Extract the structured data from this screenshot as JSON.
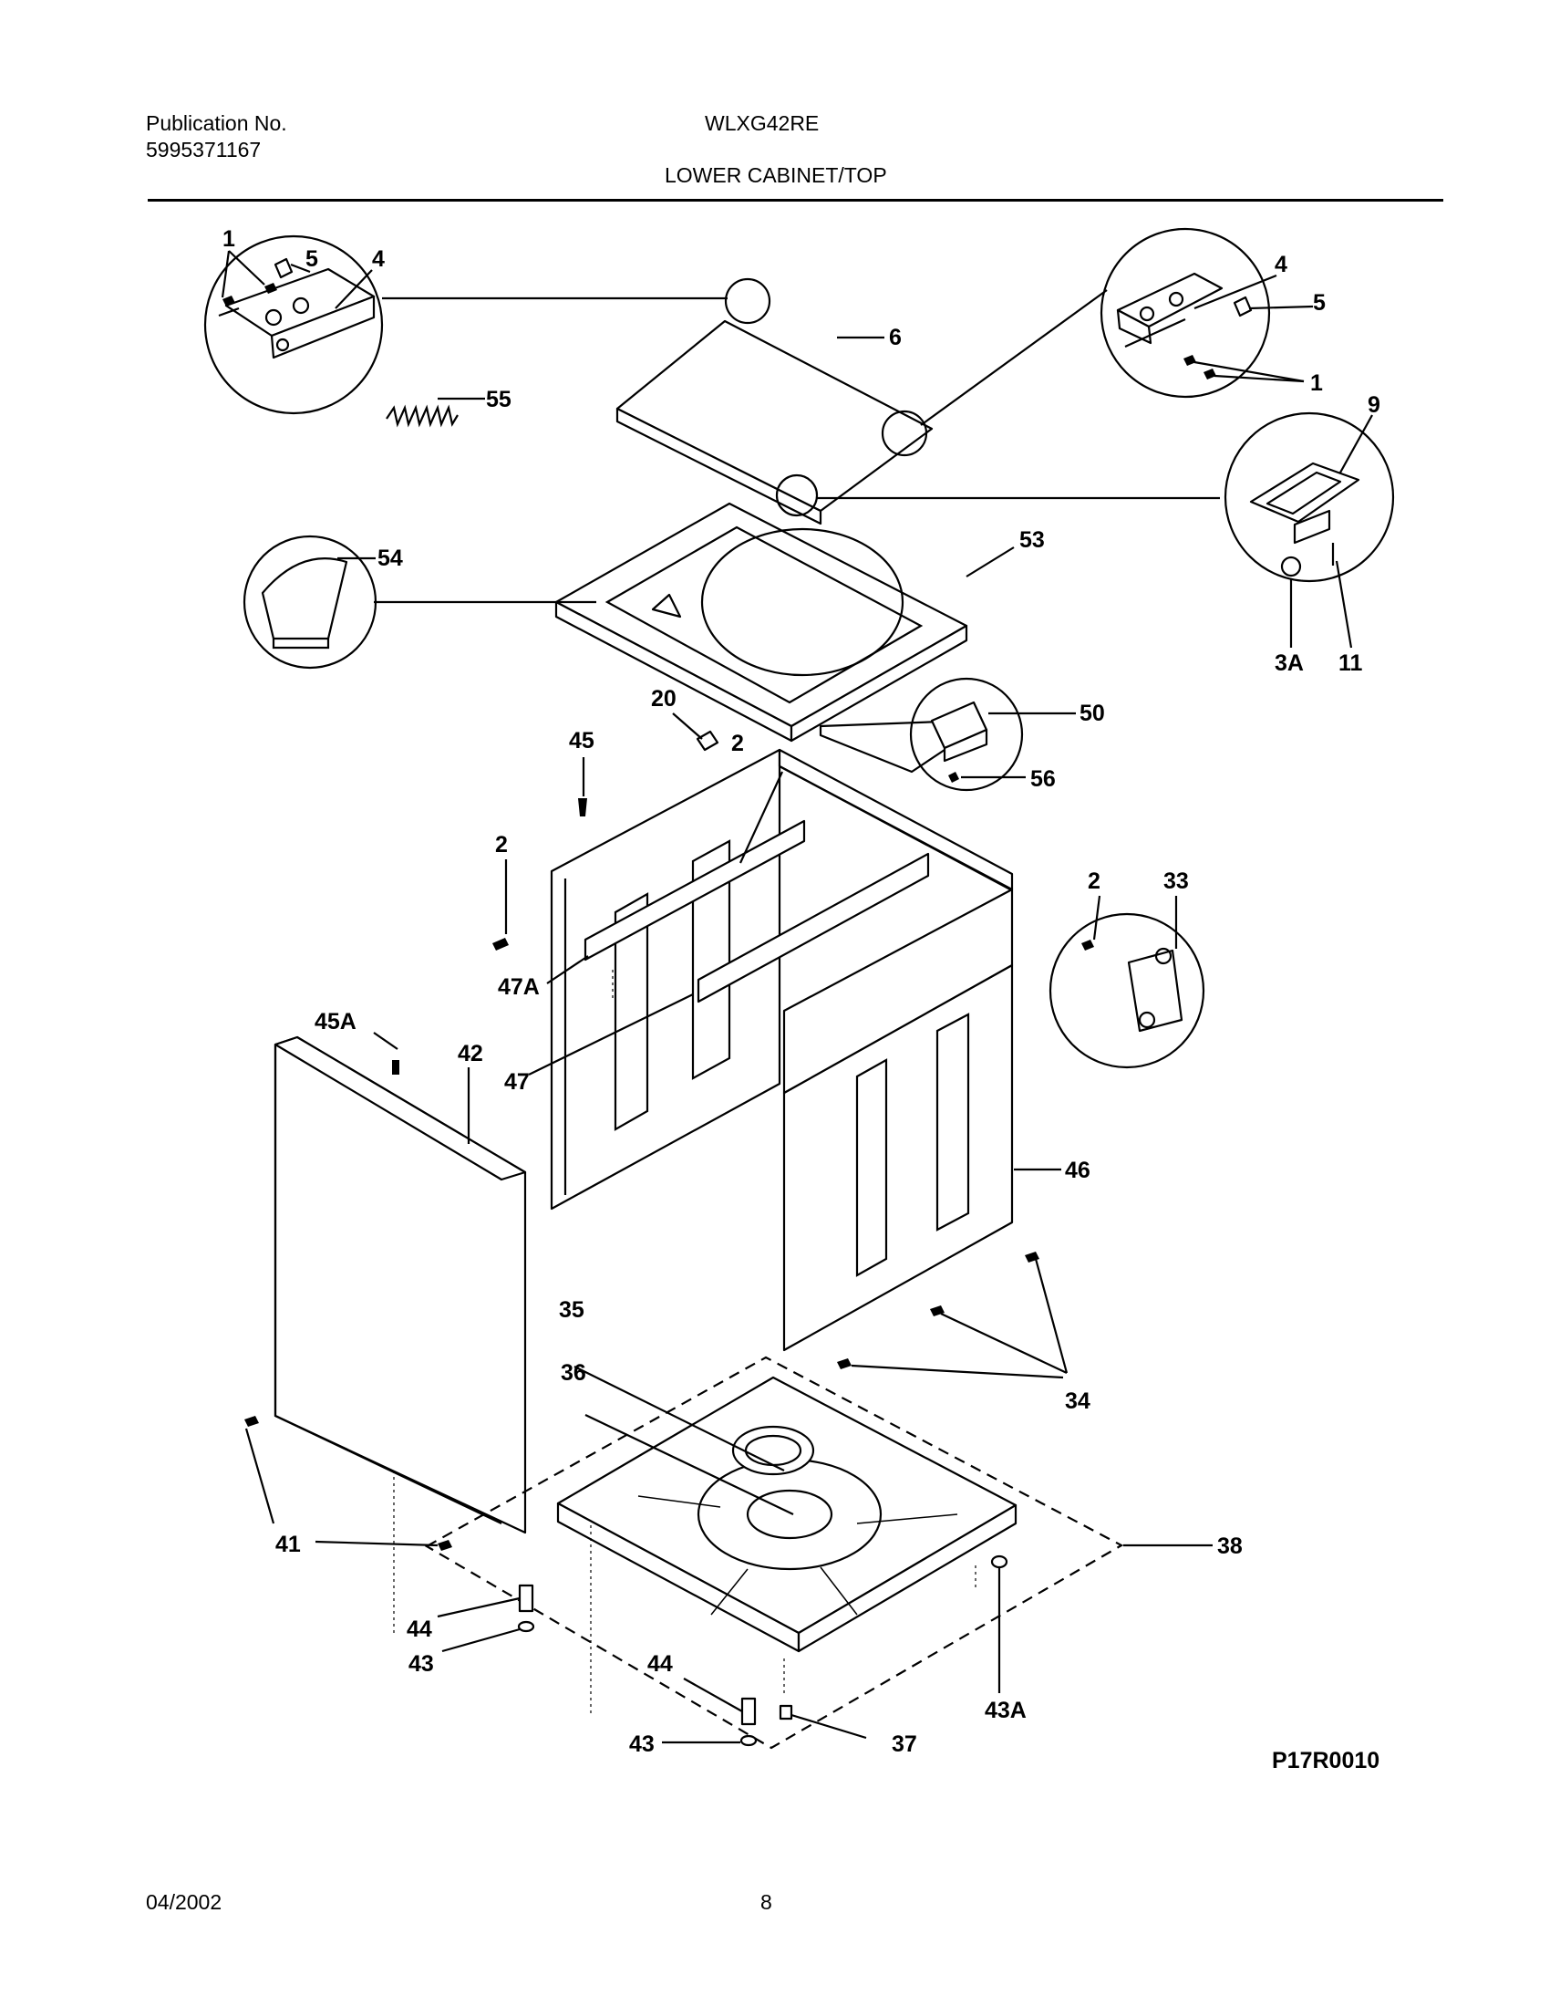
{
  "header": {
    "publication_label": "Publication No.",
    "publication_number": "5995371167",
    "model": "WLXG42RE",
    "section_title": "LOWER CABINET/TOP"
  },
  "footer": {
    "date": "04/2002",
    "page_number": "8"
  },
  "figure_code": "P17R0010",
  "callouts": [
    "1",
    "5",
    "4",
    "55",
    "6",
    "4",
    "5",
    "1",
    "9",
    "54",
    "53",
    "3A",
    "11",
    "20",
    "45",
    "2",
    "50",
    "56",
    "2",
    "2",
    "33",
    "47A",
    "45A",
    "42",
    "47",
    "46",
    "35",
    "36",
    "34",
    "41",
    "38",
    "44",
    "43",
    "44",
    "43",
    "37",
    "43A"
  ]
}
